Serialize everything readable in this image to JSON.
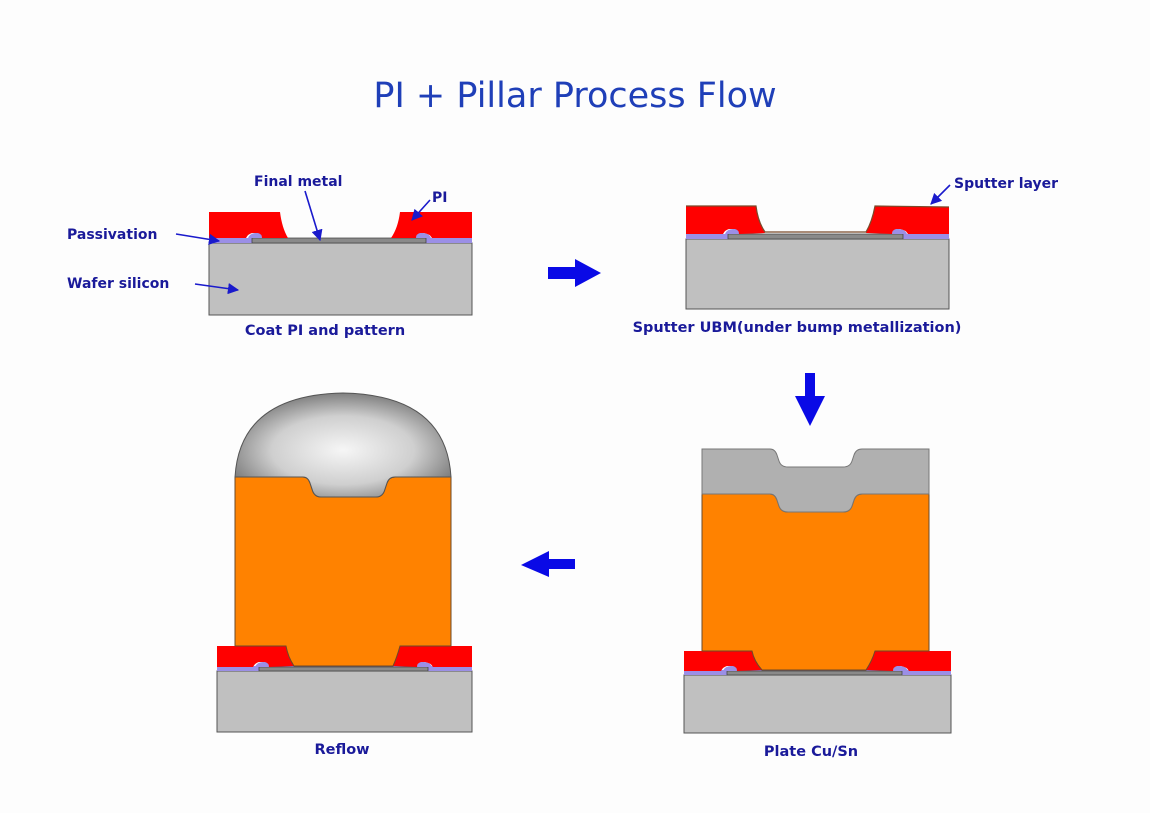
{
  "title": "PI + Pillar Process Flow",
  "colors": {
    "title": "#1f3fb8",
    "label_text": "#1a1a9a",
    "arrow": "#0a0ae6",
    "silicon": "#c0c0c0",
    "pi": "#ff0000",
    "passivation": "#9b8fe6",
    "final_metal": "#8a8a8a",
    "copper": "#ff8200",
    "solder": "#b0b0b0"
  },
  "steps": [
    {
      "id": "step-1",
      "caption": "Coat PI and pattern",
      "labels": {
        "final_metal": "Final metal",
        "pi": "PI",
        "passivation": "Passivation",
        "wafer_silicon": "Wafer silicon"
      }
    },
    {
      "id": "step-2",
      "caption": "Sputter UBM(under bump metallization)",
      "labels": {
        "sputter_layer": "Sputter layer"
      }
    },
    {
      "id": "step-3",
      "caption": "Plate Cu/Sn"
    },
    {
      "id": "step-4",
      "caption": "Reflow"
    }
  ],
  "flow_arrows": [
    {
      "from": "step-1",
      "to": "step-2",
      "direction": "right"
    },
    {
      "from": "step-2",
      "to": "step-3",
      "direction": "down"
    },
    {
      "from": "step-3",
      "to": "step-4",
      "direction": "left"
    }
  ]
}
